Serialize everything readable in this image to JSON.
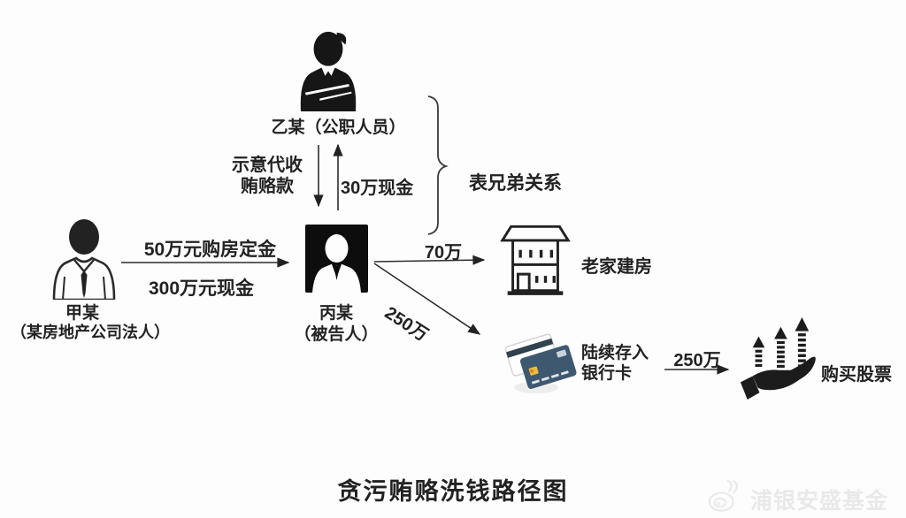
{
  "title": "贪污贿赂洗钱路径图",
  "watermark": {
    "icon": "weibo-logo-icon",
    "text": "浦银安盛基金"
  },
  "nodes": {
    "person_b": {
      "icon": "businessman-crossed-arms-icon",
      "label": "乙某（公职人员）"
    },
    "person_a": {
      "icon": "businessman-outline-icon",
      "label": "甲某",
      "sublabel": "（某房地产公司法人）"
    },
    "person_c": {
      "icon": "avatar-square-icon",
      "label": "丙某",
      "sublabel": "（被告人）"
    },
    "house": {
      "icon": "house-icon",
      "label": "老家建房"
    },
    "bank_card": {
      "icon": "bank-card-icon",
      "label_line1": "陆续存入",
      "label_line2": "银行卡"
    },
    "stocks": {
      "icon": "hand-growth-arrows-icon",
      "label": "购买股票"
    }
  },
  "edges": [
    {
      "from": "person_a",
      "to": "person_c",
      "label_top": "50万元购房定金",
      "label_bottom": "300万元现金"
    },
    {
      "from": "person_b",
      "to": "person_c",
      "label_line1": "示意代收",
      "label_line2": "贿赂款"
    },
    {
      "from": "person_c",
      "to": "person_b",
      "label": "30万现金"
    },
    {
      "between": [
        "person_b",
        "person_c"
      ],
      "type": "brace",
      "label": "表兄弟关系"
    },
    {
      "from": "person_c",
      "to": "house",
      "label": "70万"
    },
    {
      "from": "person_c",
      "to": "bank_card",
      "label": "250万"
    },
    {
      "from": "bank_card",
      "to": "stocks",
      "label": "250万"
    }
  ],
  "colors": {
    "ink": "#1f1f1f",
    "background": "#fdfdfd",
    "card_front": "#3e5870",
    "card_chip": "#e8bc3a",
    "watermark": "#e9e9e9"
  }
}
